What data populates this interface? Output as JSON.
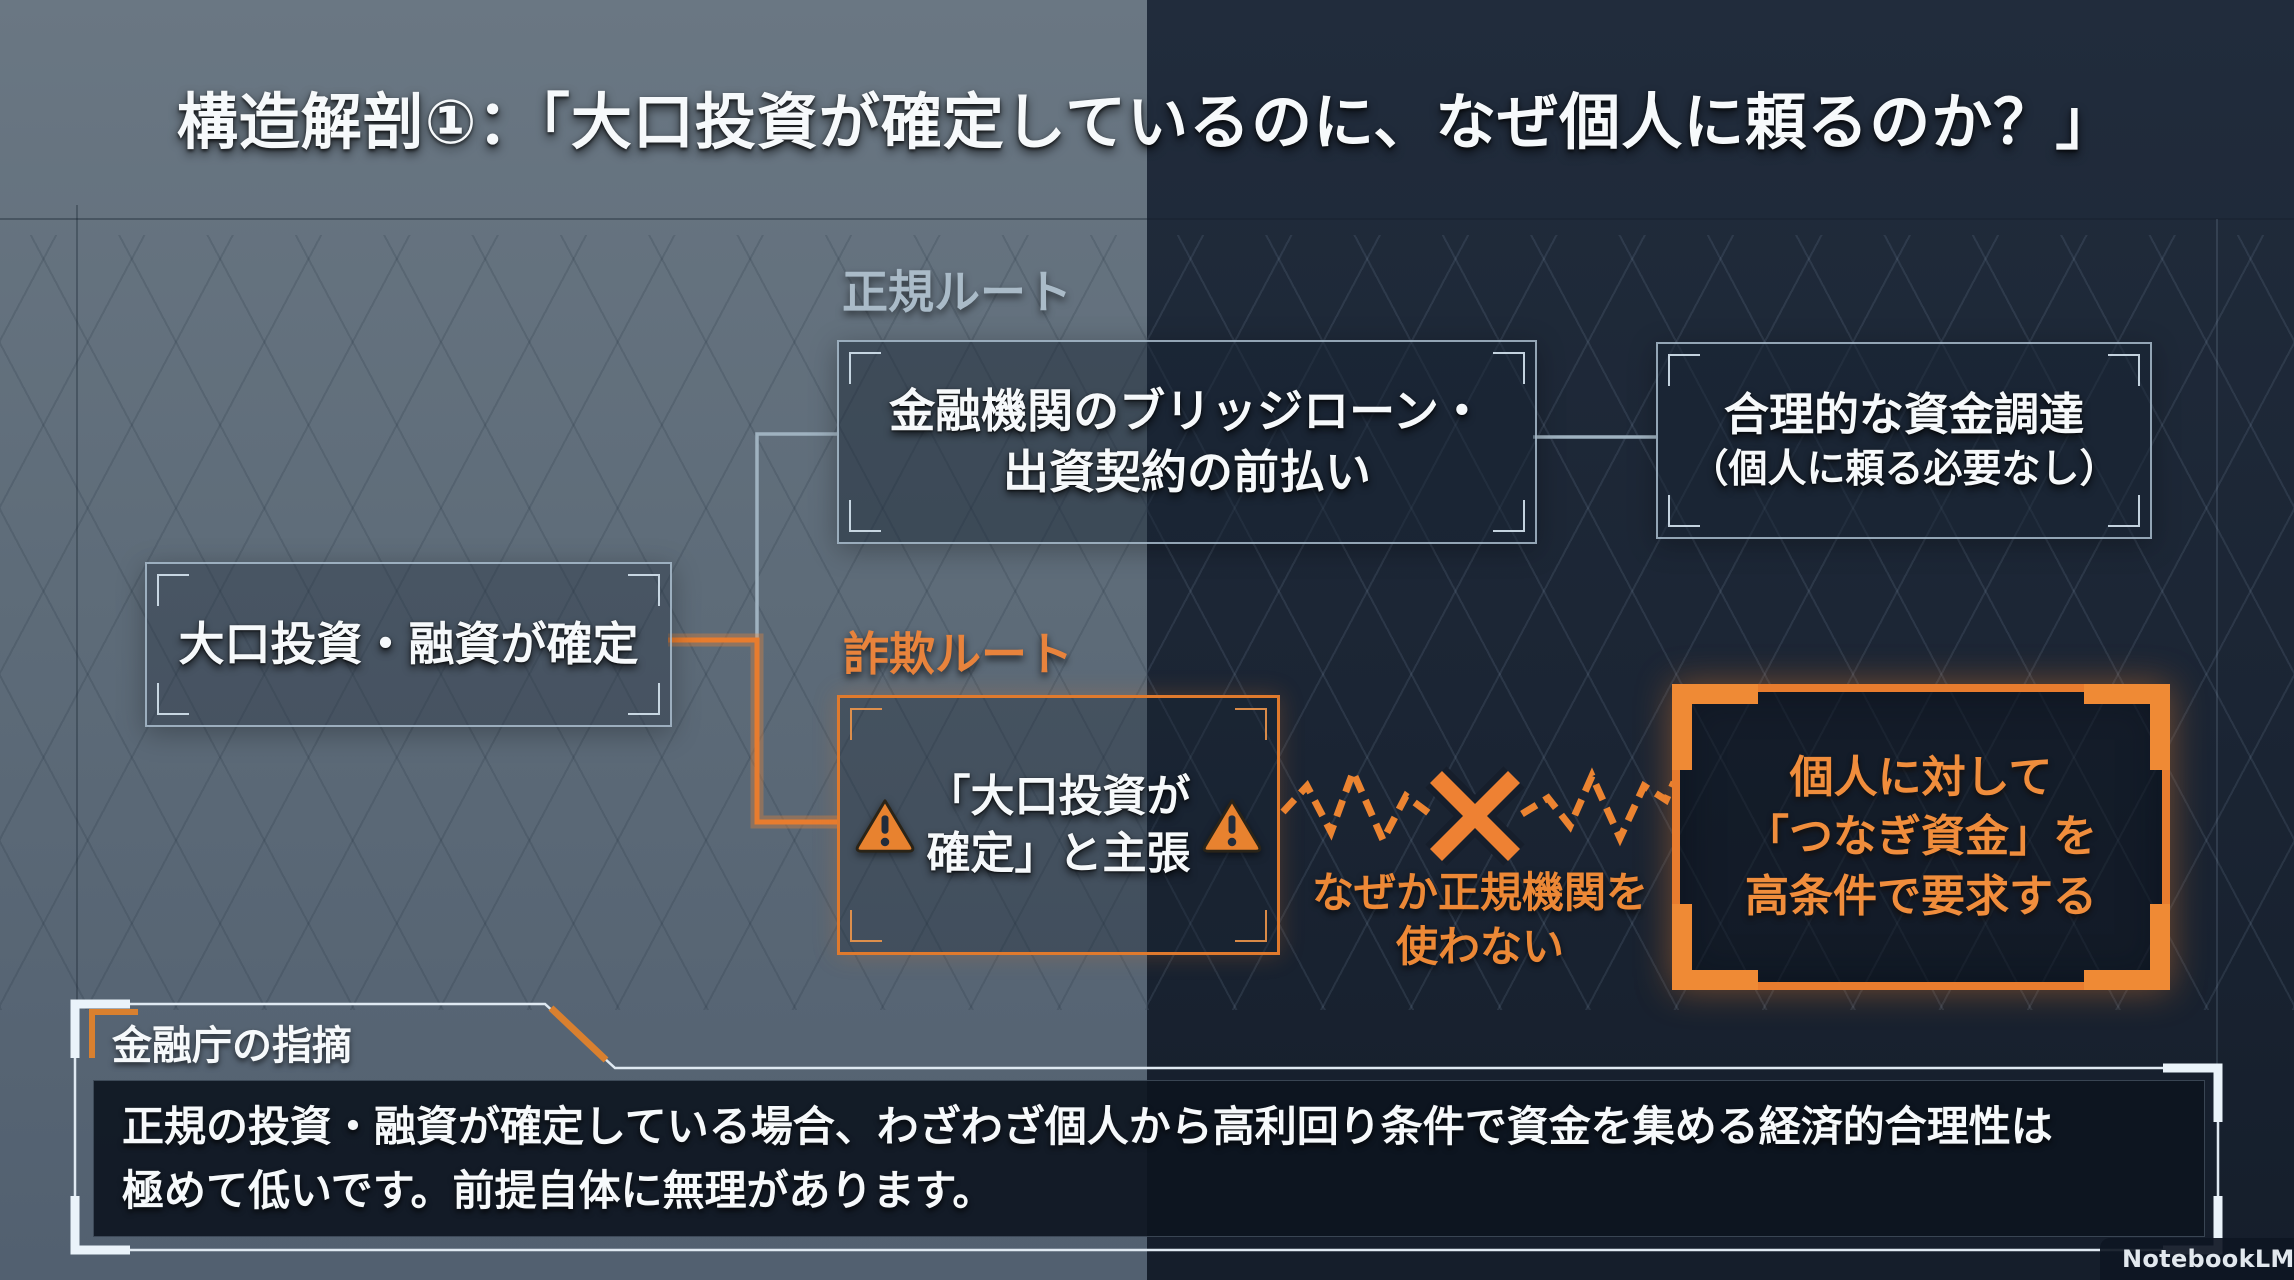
{
  "title": "構造解剖①：「大口投資が確定しているのに、なぜ個人に頼るのか？」",
  "colors": {
    "accent_orange": "#e87c2e",
    "bg_left": "#5e6c79",
    "bg_right": "#1b2534",
    "hud_border": "#b2c6d6",
    "route_label_gray": "#aabbc8",
    "frame_light": "#e3edf5"
  },
  "flow": {
    "start_box": {
      "label": "大口投資・融資が確定"
    },
    "legit_route": {
      "label": "正規ルート",
      "bridge_box": {
        "line1": "金融機関のブリッジローン・",
        "line2": "出資契約の前払い"
      },
      "result_box": {
        "line1": "合理的な資金調達",
        "line2": "（個人に頼る必要なし）"
      }
    },
    "fraud_route": {
      "label": "詐欺ルート",
      "claim_box": {
        "line1": "「大口投資が",
        "line2": "確定」と主張"
      },
      "broken_link_note": {
        "line1": "なぜか正規機関を",
        "line2": "使わない"
      },
      "demand_box": {
        "line1": "個人に対して",
        "line2": "「つなぎ資金」を",
        "line3": "高条件で要求する"
      }
    }
  },
  "callout": {
    "label": "金融庁の指摘",
    "body_line1": "正規の投資・融資が確定している場合、わざわざ個人から高利回り条件で資金を集める経済的合理性は",
    "body_line2": "極めて低いです。前提自体に無理があります。"
  },
  "watermark": {
    "label": "NotebookLM"
  }
}
